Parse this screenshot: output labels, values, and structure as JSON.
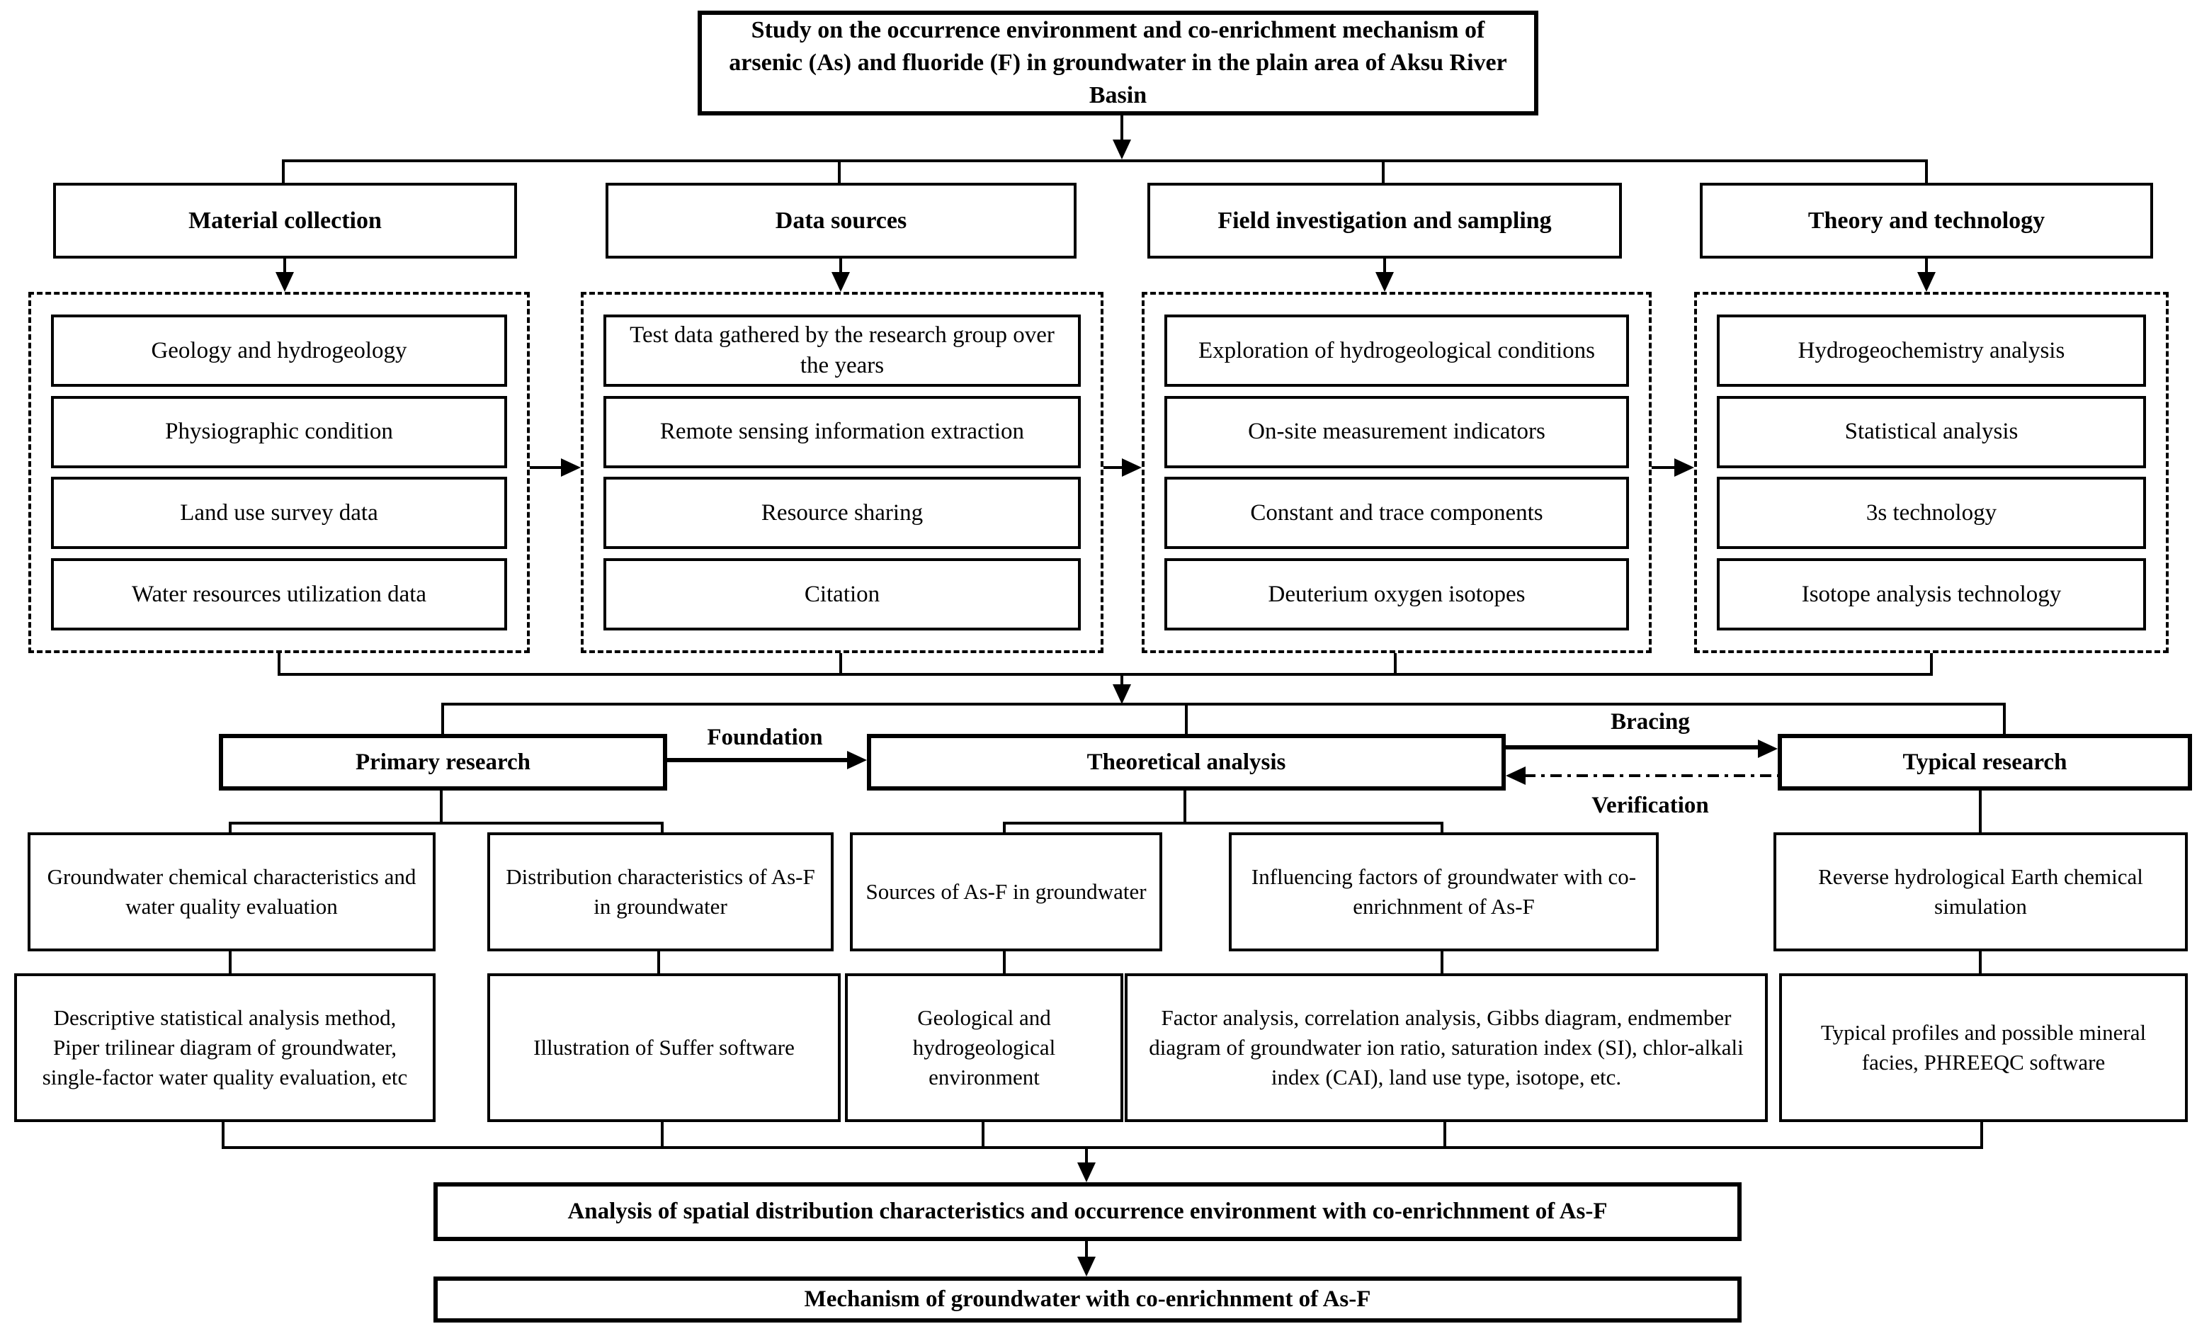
{
  "diagram": {
    "title": "Study on the occurrence environment and co-enrichment mechanism of arsenic (As) and fluoride (F) in groundwater in the plain area of Aksu River Basin",
    "top_columns": [
      {
        "header": "Material collection",
        "items": [
          "Geology and hydrogeology",
          "Physiographic condition",
          "Land use survey data",
          "Water resources utilization data"
        ]
      },
      {
        "header": "Data sources",
        "items": [
          "Test data gathered by the research group over the years",
          "Remote sensing information extraction",
          "Resource sharing",
          "Citation"
        ]
      },
      {
        "header": "Field investigation and sampling",
        "items": [
          "Exploration of hydrogeological conditions",
          "On-site measurement indicators",
          "Constant and trace components",
          "Deuterium oxygen isotopes"
        ]
      },
      {
        "header": "Theory and technology",
        "items": [
          "Hydrogeochemistry analysis",
          "Statistical analysis",
          "3s technology",
          "Isotope analysis technology"
        ]
      }
    ],
    "mid": {
      "primary_label": "Primary research",
      "theoretical_label": "Theoretical analysis",
      "typical_label": "Typical research",
      "foundation_label": "Foundation",
      "bracing_label": "Bracing",
      "verification_label": "Verification"
    },
    "research_topics": [
      "Groundwater chemical characteristics and water quality evaluation",
      "Distribution characteristics of As-F in groundwater",
      "Sources of As-F in groundwater",
      "Influencing factors of groundwater with co-enrichnment of As-F",
      "Reverse hydrological Earth chemical simulation"
    ],
    "research_methods": [
      "Descriptive statistical analysis method, Piper trilinear diagram of groundwater, single-factor water quality evaluation, etc",
      "Illustration of Suffer software",
      "Geological and hydrogeological environment",
      "Factor analysis, correlation analysis, Gibbs diagram, endmember diagram of groundwater ion ratio, saturation index (SI), chlor-alkali index (CAI), land use type, isotope, etc.",
      "Typical profiles and possible mineral facies, PHREEQC software"
    ],
    "bottom": {
      "analysis_label": "Analysis of spatial distribution characteristics and occurrence environment with co-enrichnment of As-F",
      "mechanism_label": "Mechanism of groundwater with co-enrichnment of As-F"
    },
    "colors": {
      "line": "#000000",
      "background": "#ffffff",
      "box_fill": "#ffffff"
    }
  }
}
